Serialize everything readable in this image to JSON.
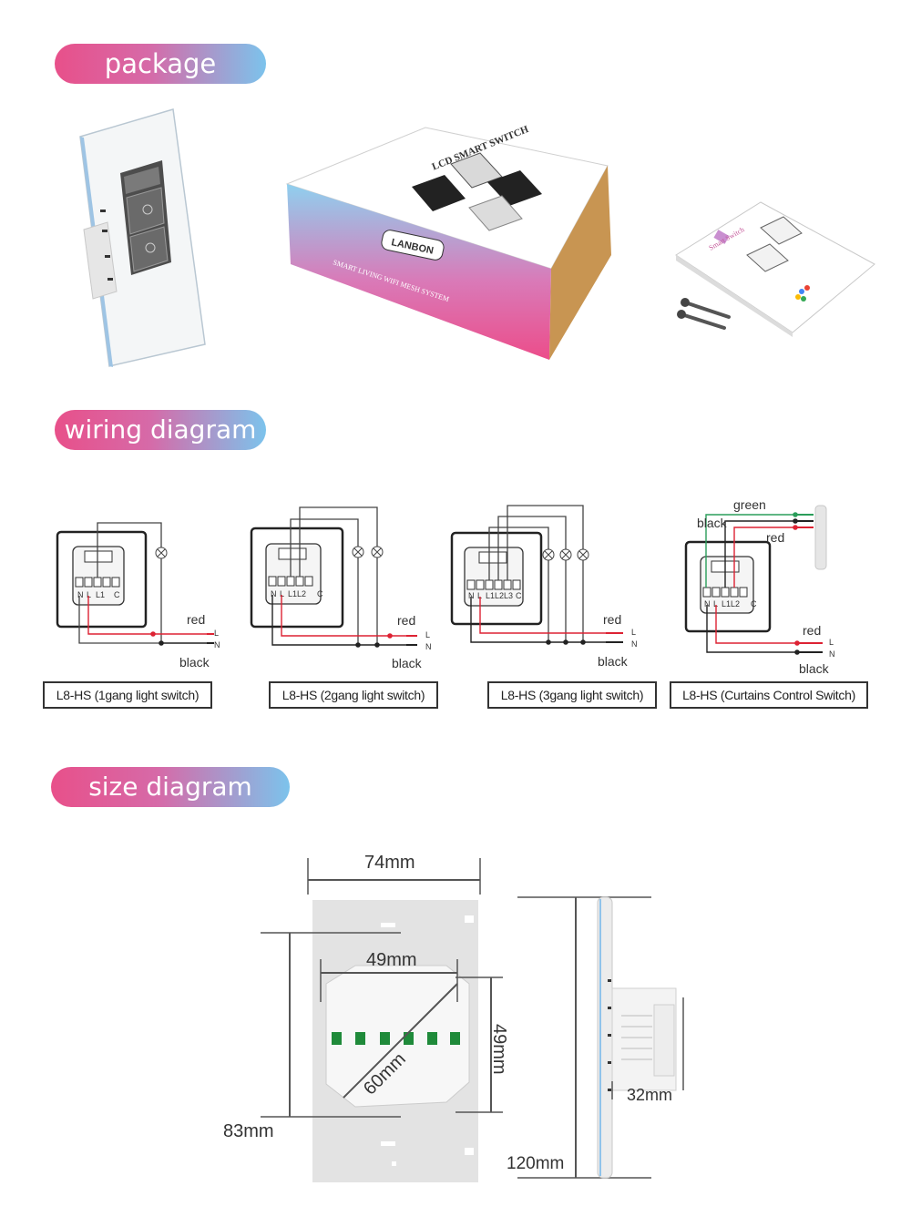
{
  "sections": {
    "package": "package",
    "wiring": "wiring diagram",
    "size": "size diagram"
  },
  "package": {
    "box_top_title": "LCD SMART SWITCH",
    "box_brand": "LANBON",
    "box_tagline": "SMART LIVING WIFI MESH SYSTEM",
    "manual_title": "Smart Switch"
  },
  "wiring": {
    "labels": {
      "red": "red",
      "black": "black",
      "green": "green",
      "L": "L",
      "N": "N"
    },
    "terminals": {
      "one": [
        "N",
        "L",
        "L1",
        "C"
      ],
      "two": [
        "N",
        "L",
        "L1",
        "L2",
        "C"
      ],
      "three": [
        "N",
        "L",
        "L1",
        "L2",
        "L3",
        "C"
      ],
      "curtain": [
        "N",
        "L",
        "L1",
        "L2",
        "C"
      ]
    },
    "captions": [
      "L8-HS (1gang light switch)",
      "L8-HS (2gang light switch)",
      "L8-HS (3gang light switch)",
      "L8-HS (Curtains Control Switch)"
    ]
  },
  "size": {
    "width": "74mm",
    "inner_width": "49mm",
    "inner_height": "49mm",
    "diagonal": "60mm",
    "mount": "83mm",
    "height": "120mm",
    "depth": "32mm"
  }
}
